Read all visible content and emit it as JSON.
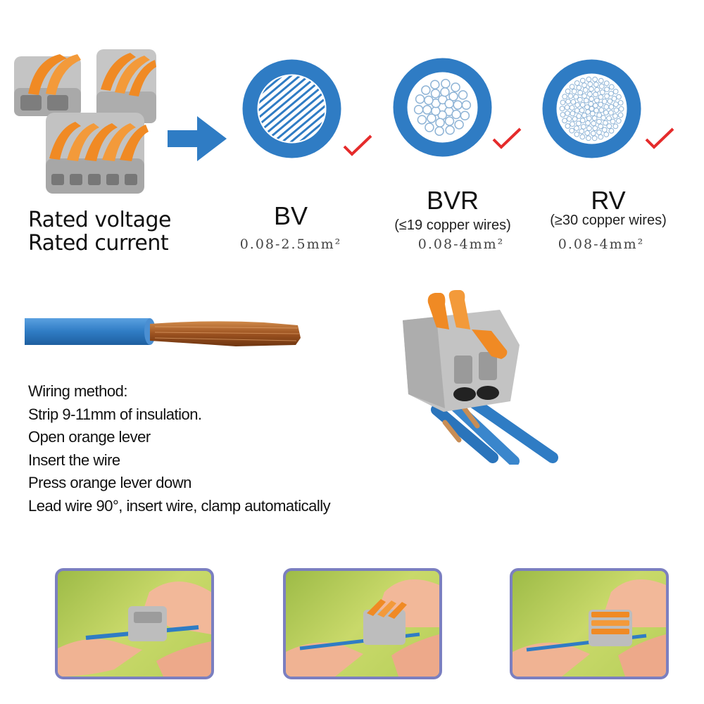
{
  "rated": {
    "voltage_label": "Rated voltage",
    "current_label": "Rated current"
  },
  "wire_types": [
    {
      "name": "BV",
      "note": "",
      "range": "0.08-2.5mm²"
    },
    {
      "name": "BVR",
      "note": "(≤19 copper wires)",
      "range": "0.08-4mm²"
    },
    {
      "name": "RV",
      "note": "(≥30 copper wires)",
      "range": "0.08-4mm²"
    }
  ],
  "wiring_method": {
    "heading": "Wiring method:",
    "steps": [
      "Strip 9-11mm of insulation.",
      "Open orange lever",
      "Insert the wire",
      "Press orange lever down",
      "Lead wire 90°, insert wire, clamp automatically"
    ]
  },
  "colors": {
    "wire_blue": "#2f7cc4",
    "lever_orange": "#f08a24",
    "housing_gray": "#b9b9b9",
    "check_red": "#e52b2b",
    "frame_purple": "#7b7fc0",
    "copper": "#b5651d"
  },
  "icons": [
    "arrow-right-icon",
    "checkmark-icon"
  ]
}
